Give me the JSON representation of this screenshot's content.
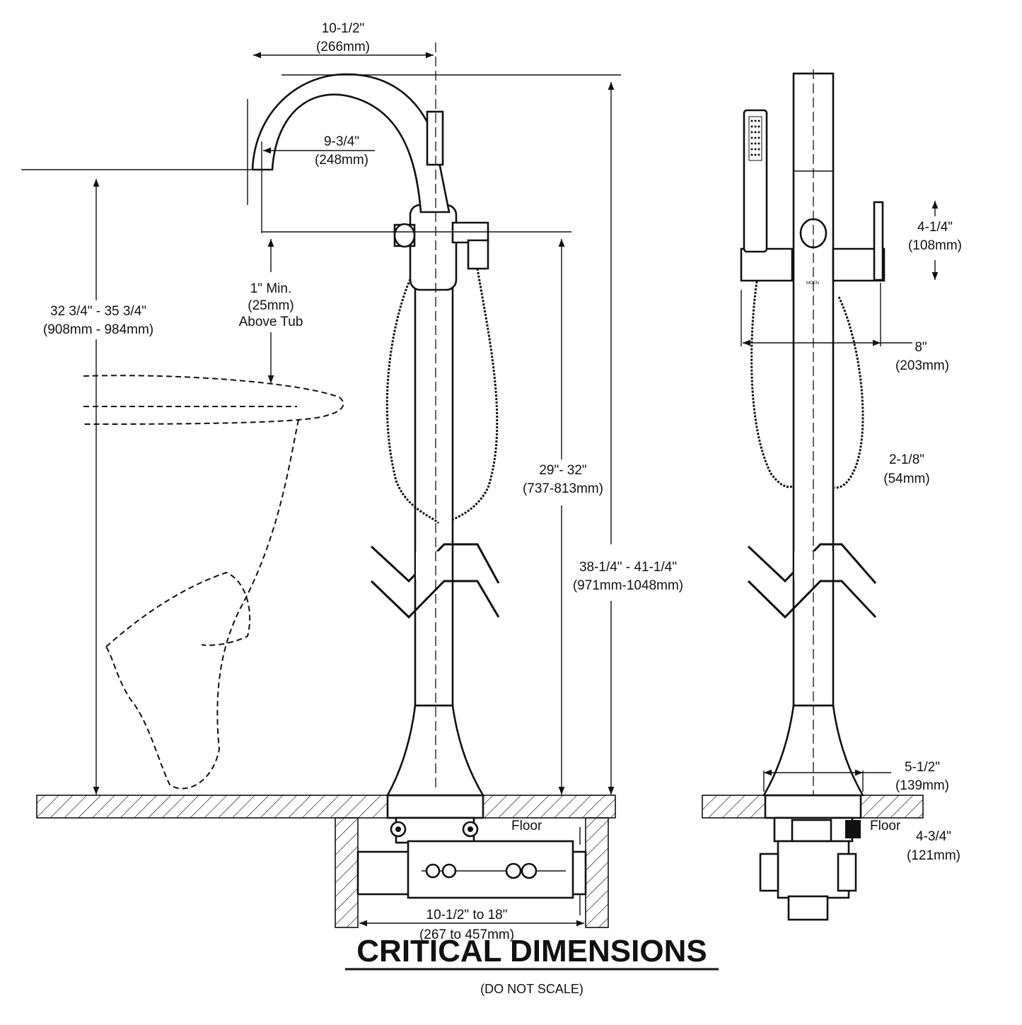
{
  "title": "CRITICAL DIMENSIONS",
  "subtitle": "(DO NOT SCALE)",
  "side_view": {
    "spout_reach": {
      "in": "10-1/2\"",
      "mm": "(266mm)"
    },
    "outlet_reach": {
      "in": "9-3/4\"",
      "mm": "(248mm)"
    },
    "above_tub": {
      "line1": "1\" Min.",
      "line2": "(25mm)",
      "line3": "Above Tub"
    },
    "spout_height": {
      "in": "32 3/4\" - 35 3/4\"",
      "mm": "(908mm - 984mm)"
    },
    "handle_height": {
      "in": "29\"- 32\"",
      "mm": "(737-813mm)"
    },
    "overall_height": {
      "in": "38-1/4\" - 41-1/4\"",
      "mm": "(971mm-1048mm)"
    },
    "floor_label": "Floor",
    "bracket_width": {
      "in": "10-1/2\" to 18\"",
      "mm": "(267 to 457mm)"
    }
  },
  "front_view": {
    "handle_length": {
      "in": "4-1/4\"",
      "mm": "(108mm)"
    },
    "body_width": {
      "in": "8\"",
      "mm": "(203mm)"
    },
    "hose_offset": {
      "in": "2-1/8\"",
      "mm": "(54mm)"
    },
    "base_diameter": {
      "in": "5-1/2\"",
      "mm": "(139mm)"
    },
    "floor_label": "Floor",
    "rough_depth": {
      "in": "4-3/4\"",
      "mm": "(121mm)"
    },
    "brand_mark": "MOEN"
  }
}
